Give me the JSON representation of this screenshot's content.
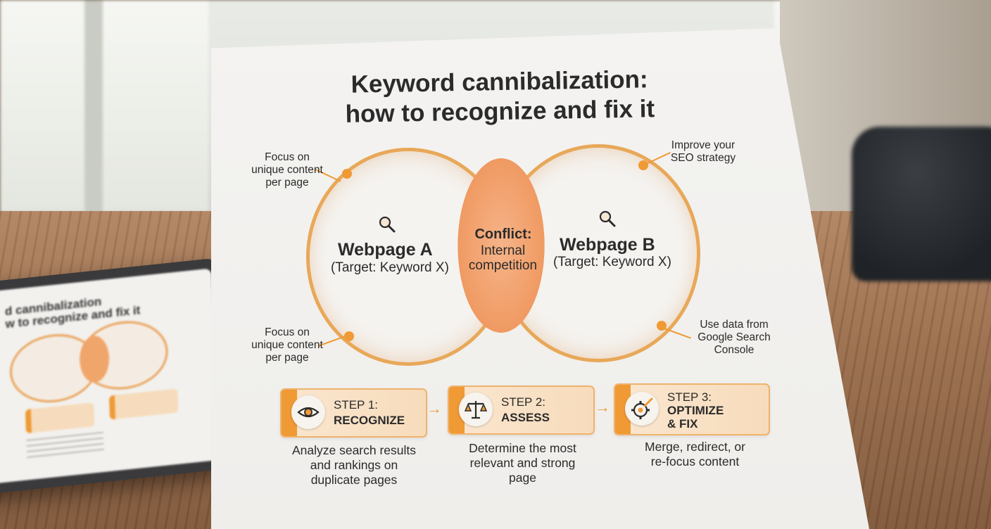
{
  "title_line1": "Keyword cannibalization:",
  "title_line2": "how to recognize and fix it",
  "page_a": {
    "name": "Webpage A",
    "target": "(Target: Keyword X)"
  },
  "page_b": {
    "name": "Webpage B",
    "target": "(Target: Keyword X)"
  },
  "overlap": {
    "title": "Conflict:",
    "desc_line1": "Internal",
    "desc_line2": "competition"
  },
  "tips": {
    "top_left": [
      "Focus on",
      "unique content",
      "per page"
    ],
    "bottom_left": [
      "Focus on",
      "unique content",
      "per page"
    ],
    "top_right": [
      "Improve your",
      "SEO strategy"
    ],
    "bottom_right": [
      "Use data from",
      "Google Search",
      "Console"
    ]
  },
  "steps": [
    {
      "num": "STEP 1:",
      "name": "RECOGNIZE",
      "icon": "eye-icon",
      "desc": [
        "Analyze search results",
        "and rankings on",
        "duplicate pages"
      ]
    },
    {
      "num": "STEP 2:",
      "name": "ASSESS",
      "icon": "balance-scale-icon",
      "desc": [
        "Determine the most",
        "relevant and strong",
        "page"
      ]
    },
    {
      "num": "STEP 3:",
      "name_line1": "OPTIMIZE",
      "name_line2": "& FIX",
      "icon": "gear-wrench-icon",
      "desc": [
        "Merge, redirect, or",
        "re-focus content"
      ]
    }
  ],
  "tablet": {
    "title_line1": "d cannibalization",
    "title_line2": "w to recognize and fix it"
  },
  "colors": {
    "accent": "#ef9a35",
    "lens": "#f09a62",
    "step_bg": "#f7dcbc",
    "text": "#2b2b2b"
  }
}
